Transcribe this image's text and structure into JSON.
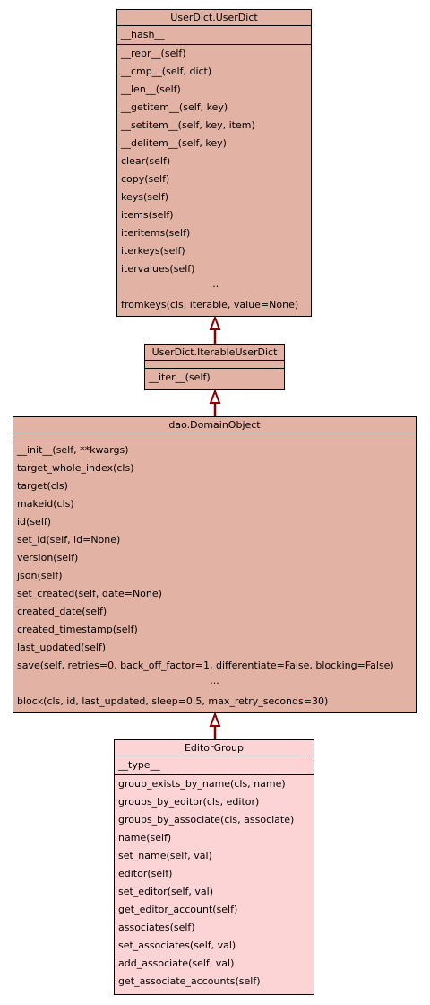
{
  "classes": {
    "userdict": {
      "name": "UserDict.UserDict",
      "attributes": [
        "__hash__"
      ],
      "methods": [
        "__repr__(self)",
        "__cmp__(self, dict)",
        "__len__(self)",
        "__getitem__(self, key)",
        "__setitem__(self, key, item)",
        "__delitem__(self, key)",
        "clear(self)",
        "copy(self)",
        "keys(self)",
        "items(self)",
        "iteritems(self)",
        "iterkeys(self)",
        "itervalues(self)",
        "...",
        "fromkeys(cls, iterable, value=None)"
      ]
    },
    "iterable": {
      "name": "UserDict.IterableUserDict",
      "attributes": [],
      "methods": [
        "__iter__(self)"
      ]
    },
    "domainobject": {
      "name": "dao.DomainObject",
      "attributes": [],
      "methods": [
        "__init__(self, **kwargs)",
        "target_whole_index(cls)",
        "target(cls)",
        "makeid(cls)",
        "id(self)",
        "set_id(self, id=None)",
        "version(self)",
        "json(self)",
        "set_created(self, date=None)",
        "created_date(self)",
        "created_timestamp(self)",
        "last_updated(self)",
        "save(self, retries=0, back_off_factor=1, differentiate=False, blocking=False)",
        "...",
        "block(cls, id, last_updated, sleep=0.5, max_retry_seconds=30)"
      ]
    },
    "editorgroup": {
      "name": "EditorGroup",
      "attributes": [
        "__type__"
      ],
      "methods": [
        "group_exists_by_name(cls, name)",
        "groups_by_editor(cls, editor)",
        "groups_by_associate(cls, associate)",
        "name(self)",
        "set_name(self, val)",
        "editor(self)",
        "set_editor(self, val)",
        "get_editor_account(self)",
        "associates(self)",
        "set_associates(self, val)",
        "add_associate(self, val)",
        "get_associate_accounts(self)"
      ]
    }
  },
  "colors": {
    "parent_fill": "#e2b2a4",
    "focus_fill": "#fdd4d6",
    "arrow": "#8b0000"
  }
}
